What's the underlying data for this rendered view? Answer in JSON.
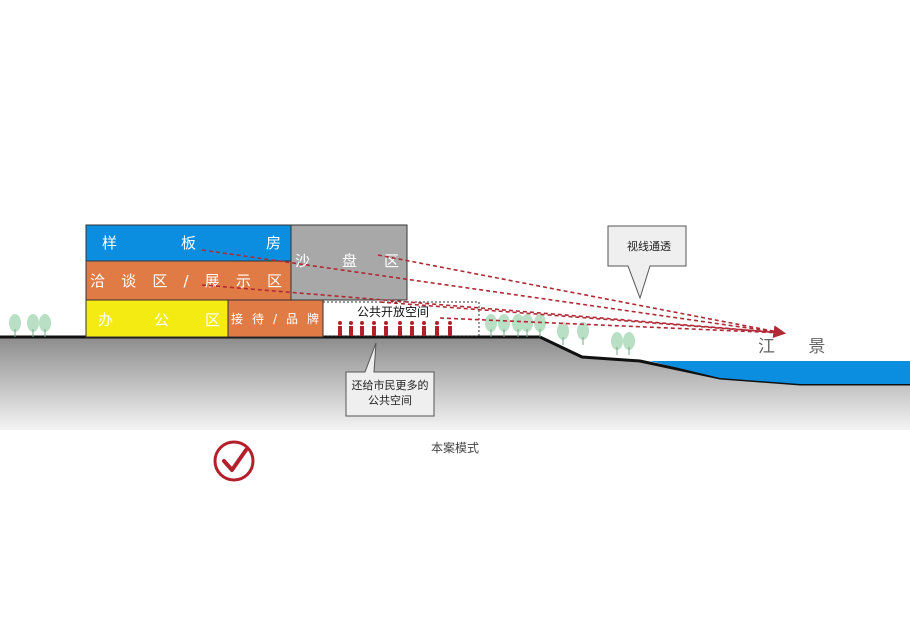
{
  "blocks": {
    "sample_room": {
      "chars": [
        "样",
        "板",
        "房"
      ],
      "color": "#0b8ee0"
    },
    "sandtable": {
      "chars": [
        "沙",
        "盘",
        "区"
      ],
      "color": "#a8a8a8"
    },
    "negotiation": {
      "label": "洽谈区/展示区",
      "color": "#e07b45"
    },
    "office": {
      "chars": [
        "办",
        "公",
        "区"
      ],
      "color": "#f3eb12"
    },
    "reception": {
      "label": "接 待 / 品 牌",
      "color": "#e07b45"
    },
    "public_space": {
      "label": "公共开放空间"
    }
  },
  "callouts": {
    "sightline": "视线通透",
    "public_return": "还给市民更多的公共空间"
  },
  "river_label": "江 景",
  "caption": "本案模式",
  "colors": {
    "water": "#0b8ee0",
    "sight_line": "#b02a35",
    "check": "#b3202b",
    "tree": "#b9e0c4",
    "ground_top": "#8a8a8a",
    "ground_bottom": "#f2f2f2"
  },
  "icons": {
    "check": "check-circle-icon",
    "person": "person-icon",
    "tree": "tree-icon"
  }
}
